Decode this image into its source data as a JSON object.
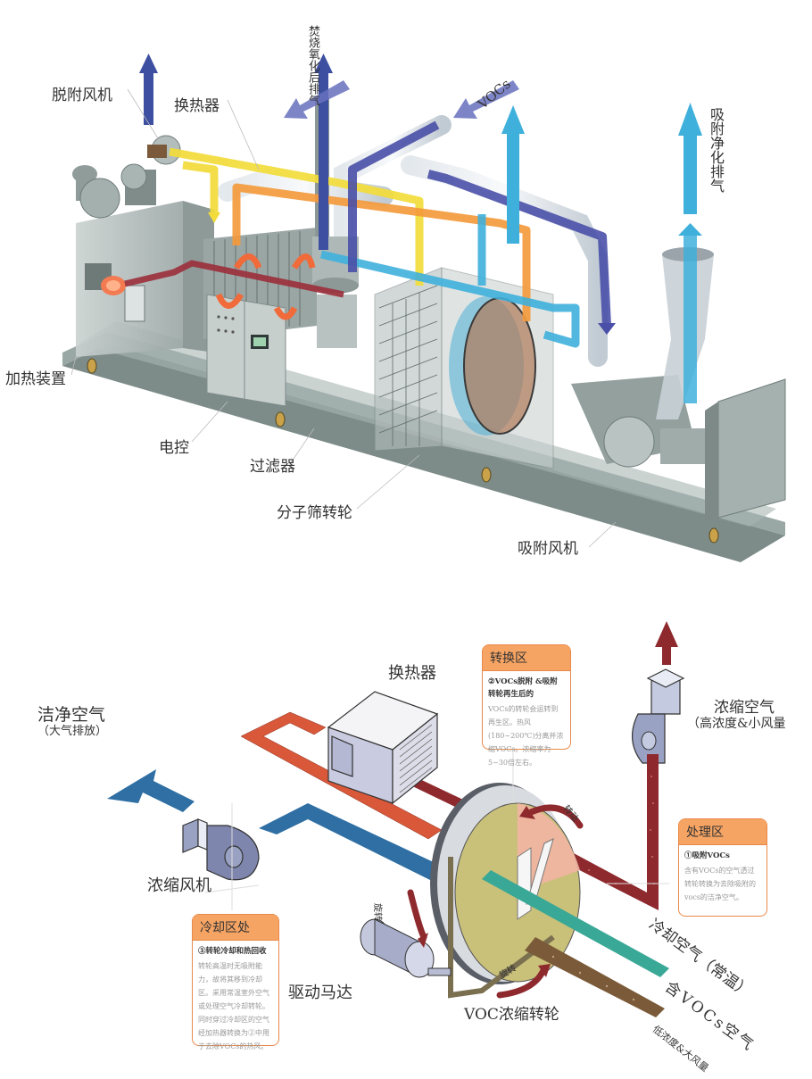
{
  "top_diagram": {
    "labels": {
      "desorption_fan": "脱附风机",
      "heat_exchanger": "换热器",
      "heating_device": "加热装置",
      "electric_control": "电控",
      "filter": "过滤器",
      "molecular_sieve_wheel": "分子筛转轮",
      "adsorption_fan": "吸附风机",
      "incineration_exhaust": "焚烧氧化后排气",
      "vocs_inlet": "VOCs",
      "adsorption_clean_exhaust": "吸附净化排气"
    },
    "flow_colors": {
      "voc_stream": "#4a50a8",
      "clean_stream": "#3fb0dc",
      "hot_air": "#f39a3c",
      "desorption_air": "#f2dc3a",
      "heater_line": "#9b2f3a"
    }
  },
  "bottom_diagram": {
    "labels": {
      "clean_air": "洁净空气",
      "clean_air_note": "（大气排放）",
      "heat_exchanger": "换热器",
      "concentrated_air": "浓缩空气",
      "concentrated_air_note": "（高浓度&小风量",
      "concentration_fan": "浓缩风机",
      "drive_motor": "驱动马达",
      "voc_rotor": "VOC浓缩转轮",
      "cooling_air": "冷却空气（常温）",
      "voc_air": "含VOCs空气",
      "voc_air_note": "低浓度&大风量",
      "rotate_1": "转动",
      "rotate_2": "旋转",
      "rotate_3": "旋转"
    },
    "cards": [
      {
        "title": "转换区",
        "subtitle": "②VOCs脱附 &吸附转轮再生后的",
        "body": "VOCs的转轮会运转到再生区。热风(180~200℃)分离并浓缩VOCs。浓缩率为5~30倍左右。"
      },
      {
        "title": "处理区",
        "subtitle": "①吸附VOCs",
        "body": "含有VOCs的空气透过转轮转换为去除吸附的vocs的洁净空气。"
      },
      {
        "title": "冷却区处",
        "subtitle": "③转轮冷却和热回收",
        "body": "转轮高温时无吸附能力，故将其移到冷却区。采用常温室外空气或处理空气冷却转轮。同时穿过冷却区的空气经加热器转换为②中用于去除VOCs的热风。"
      }
    ],
    "flow_colors": {
      "clean_air": "#2f6fa3",
      "hot_air": "#d9583a",
      "concentrated": "#8e2a2e",
      "cooling": "#3aa896",
      "voc_air": "#7a5a38",
      "rotor_face": "#c9c07a",
      "card_accent": "#f6a463"
    }
  }
}
